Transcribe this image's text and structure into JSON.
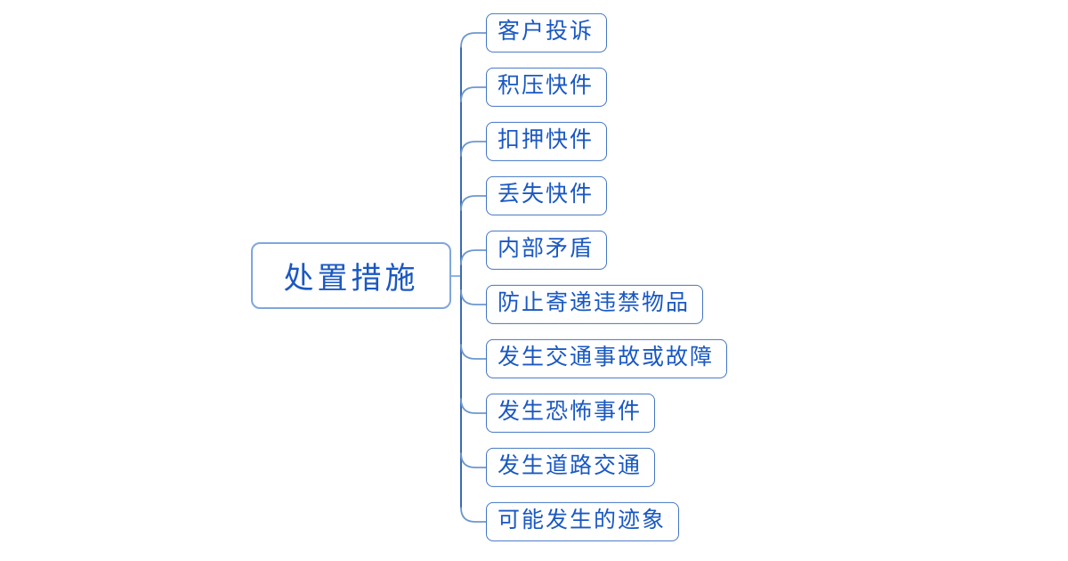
{
  "diagram": {
    "type": "mindmap",
    "root": {
      "label": "处置措施"
    },
    "children": [
      {
        "label": "客户投诉"
      },
      {
        "label": "积压快件"
      },
      {
        "label": "扣押快件"
      },
      {
        "label": "丢失快件"
      },
      {
        "label": "内部矛盾"
      },
      {
        "label": "防止寄递违禁物品"
      },
      {
        "label": "发生交通事故或故障"
      },
      {
        "label": "发生恐怖事件"
      },
      {
        "label": "发生道路交通"
      },
      {
        "label": "可能发生的迹象"
      }
    ],
    "colors": {
      "background": "#ffffff",
      "node_fill": "#ffffff",
      "text": "#1a58c2",
      "root_border": "#7fa7db",
      "child_border": "#4376c4",
      "trunk_line": "#3a6ab2",
      "branch_line": "#6d97ce",
      "root_link_line": "#8fb3df"
    }
  }
}
